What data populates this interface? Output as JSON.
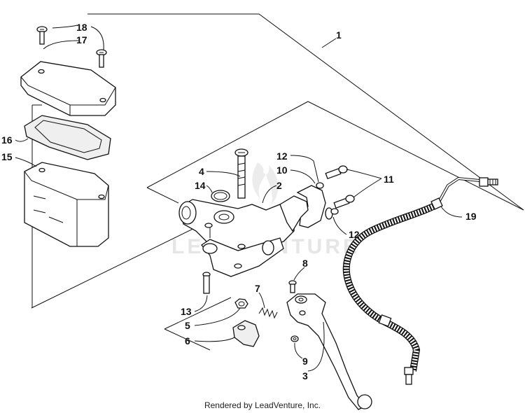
{
  "footer_text": "Rendered by LeadVenture, Inc.",
  "watermark_text": "LEADVENTURE",
  "callouts": {
    "c1": "1",
    "c2": "2",
    "c3": "3",
    "c4": "4",
    "c5": "5",
    "c6": "6",
    "c7": "7",
    "c8": "8",
    "c9": "9",
    "c10": "10",
    "c11": "11",
    "c12a": "12",
    "c12b": "12",
    "c13": "13",
    "c14": "14",
    "c15": "15",
    "c16": "16",
    "c17": "17",
    "c18": "18",
    "c19": "19"
  }
}
